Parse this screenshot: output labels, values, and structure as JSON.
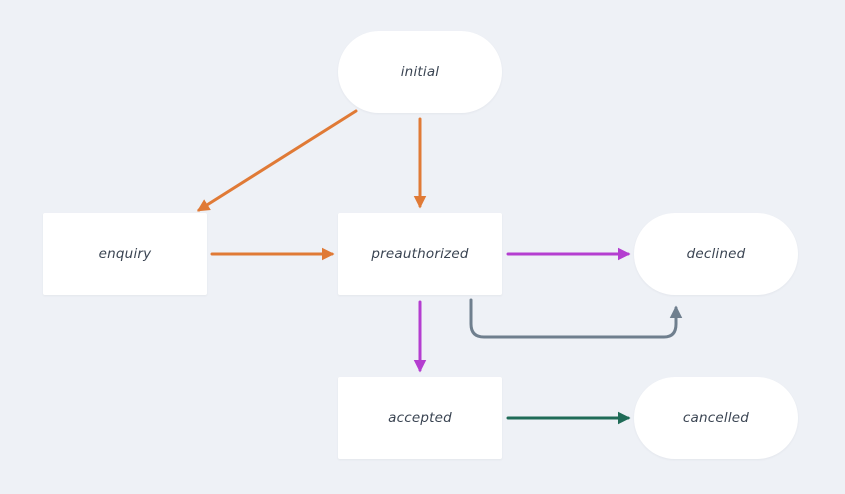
{
  "nodes": {
    "initial": "initial",
    "enquiry": "enquiry",
    "preauthorized": "preauthorized",
    "declined": "declined",
    "accepted": "accepted",
    "cancelled": "cancelled"
  },
  "colors": {
    "background": "#eef1f6",
    "node_fill": "#ffffff",
    "label_text": "#3a4452",
    "edge_orange": "#e07a36",
    "edge_purple": "#b43ed0",
    "edge_green": "#1f6b57",
    "edge_gray": "#6f7f8e"
  },
  "edges": [
    {
      "from": "initial",
      "to": "enquiry",
      "color": "orange"
    },
    {
      "from": "initial",
      "to": "preauthorized",
      "color": "orange"
    },
    {
      "from": "enquiry",
      "to": "preauthorized",
      "color": "orange"
    },
    {
      "from": "preauthorized",
      "to": "declined",
      "color": "purple"
    },
    {
      "from": "preauthorized",
      "to": "declined",
      "color": "gray",
      "routing": "loop-below"
    },
    {
      "from": "preauthorized",
      "to": "accepted",
      "color": "purple"
    },
    {
      "from": "accepted",
      "to": "cancelled",
      "color": "green"
    }
  ]
}
